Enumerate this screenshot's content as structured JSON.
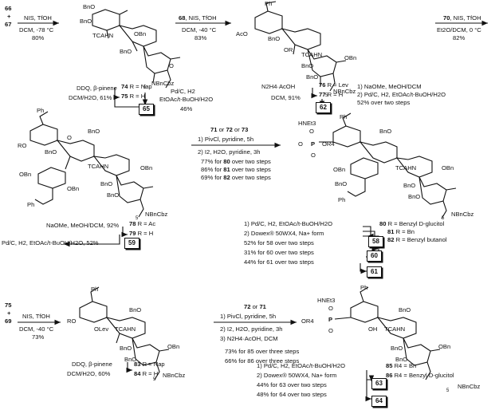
{
  "row1": {
    "start_a": "66",
    "start_plus": "+",
    "start_b": "67",
    "step1_top": "NIS, TfOH",
    "step1_bot": "DCM, -78 °C",
    "step1_yield": "80%",
    "step2_top_b": "68",
    "step2_top": ", NIS, TfOH",
    "step2_bot": "DCM, -40 °C",
    "step2_yield": "83%",
    "step3_top_b": "70",
    "step3_top": ", NIS, TfOH",
    "step3_bot": "Et2O/DCM, 0 °C",
    "step3_yield": "82%",
    "mol1_labels": [
      "BnO",
      "TCAHN",
      "OBn",
      "BnO",
      "BnO",
      "O",
      "NBnCbz",
      "5"
    ],
    "mol2_labels": [
      "Ph",
      "AcO",
      "BnO",
      "OR",
      "TCAHN",
      "OBn",
      "BnO",
      "BnO",
      "NBnCbz",
      "5"
    ],
    "left_cond1": "DDQ, β-pinene",
    "left_cond2": "DCM/H2O, 61%",
    "left_r1_num": "74",
    "left_r1": "R = Nap",
    "left_r2_num": "75",
    "left_r2": "R = H",
    "left_pd1": "Pd/C, H2",
    "left_pd2": "EtOAc/t-BuOH/H2O",
    "left_pd3": "46%",
    "left_box": "65",
    "right_cond": "N2H4·AcOH",
    "right_cond2": "DCM, 91%",
    "right_r1_num": "76",
    "right_r1": "R = Lev",
    "right_r2_num": "77",
    "right_r2": "R = H",
    "right_box": "62",
    "right_pd1": "1) NaOMe, MeOH/DCM",
    "right_pd2": "2) Pd/C, H2, EtOAc/t-BuOH/H2O",
    "right_pd3": "52% over two steps"
  },
  "row2": {
    "mol3_labels": [
      "Ph",
      "RO",
      "BnO",
      "O",
      "BnO",
      "TCAHN",
      "OBn",
      "BnO",
      "BnO",
      "OBn",
      "OBn",
      "Ph",
      "NBnCbz",
      "5"
    ],
    "arrow_top_a": "71",
    "arrow_top_or1": " or ",
    "arrow_top_b": "72",
    "arrow_top_or2": " or ",
    "arrow_top_c": "73",
    "arrow_s1": "1) PivCl, pyridine, 5h",
    "arrow_s2": "2) I2, H2O, pyridine, 3h",
    "y1": "77% for ",
    "y1b": "80",
    "y1c": " over two steps",
    "y2": "86% for ",
    "y2b": "81",
    "y2c": " over two steps",
    "y3": "69% for ",
    "y3b": "82",
    "y3c": " over two steps",
    "mol4_labels": [
      "HNEt3",
      "Ph",
      "O",
      "O",
      "P",
      "O",
      "OR4",
      "BnO",
      "TCAHN",
      "OBn",
      "BnO",
      "BnO",
      "OBn",
      "BnO",
      "Ph",
      "NBnCbz",
      "5"
    ],
    "left_cond1": "NaOMe, MeOH/DCM, 92%",
    "left_r1_num": "78",
    "left_r1": "R = Ac",
    "left_r2_num": "79",
    "left_r2": "R = H",
    "left_pd": "Pd/C, H2, EtOAc/t-BuOH/H2O, 52%",
    "left_box": "59",
    "right_s1": "1) Pd/C, H2, EtOAc/t-BuOH/H2O",
    "right_s2": "2) Dowex® 50WX4, Na+ form",
    "right_y1": "52% for 58 over two steps",
    "right_y2": "31% for 60 over two steps",
    "right_y3": "44% for 61 over two steps",
    "r4_80_num": "80",
    "r4_80": "R = Benzyl D-glucitol",
    "r4_81_num": "81",
    "r4_81": "R = Bn",
    "r4_82_num": "82",
    "r4_82": "R = Benzyl butanol",
    "boxes": [
      "58",
      "60",
      "61"
    ]
  },
  "row3": {
    "start_a": "75",
    "start_plus": "+",
    "start_b": "69",
    "step_top": "NIS, TfOH",
    "step_bot": "DCM, -40 °C",
    "step_yield": "73%",
    "mol5_labels": [
      "Ph",
      "RO",
      "BnO",
      "OLev",
      "TCAHN",
      "OBn",
      "BnO",
      "BnO",
      "NBnCbz",
      "5"
    ],
    "arrow_top_a": "72",
    "arrow_top_or": " or ",
    "arrow_top_b": "71",
    "arrow_s1": "1) PivCl, pyridine, 5h",
    "arrow_s2": "2) I2, H2O, pyridine, 3h",
    "arrow_s3": "3) N2H4·AcOH, DCM",
    "y1": "73% for 85 over three steps",
    "y2": "66% for 86 over three steps",
    "mol6_labels": [
      "HNEt3",
      "Ph",
      "O",
      "P",
      "O",
      "OR4",
      "BnO",
      "OH",
      "TCAHN",
      "OBn",
      "BnO",
      "BnO",
      "NBnCbz",
      "5"
    ],
    "left_cond1": "DDQ, β-pinene",
    "left_cond2": "DCM/H2O, 60%",
    "left_r1_num": "83",
    "left_r1": "R = Nap",
    "left_r2_num": "84",
    "left_r2": "R = H",
    "right_s1": "1) Pd/C, H2, EtOAc/t-BuOH/H2O",
    "right_s2": "2) Dowex® 50WX4, Na+ form",
    "right_y1": "44% for 63 over two steps",
    "right_y2": "48% for 64 over two steps",
    "r4_85_num": "85",
    "r4_85": "R4 = Bn",
    "r4_86_num": "86",
    "r4_86": "R4 = Benzyl D-glucitol",
    "boxes": [
      "63",
      "64"
    ]
  }
}
